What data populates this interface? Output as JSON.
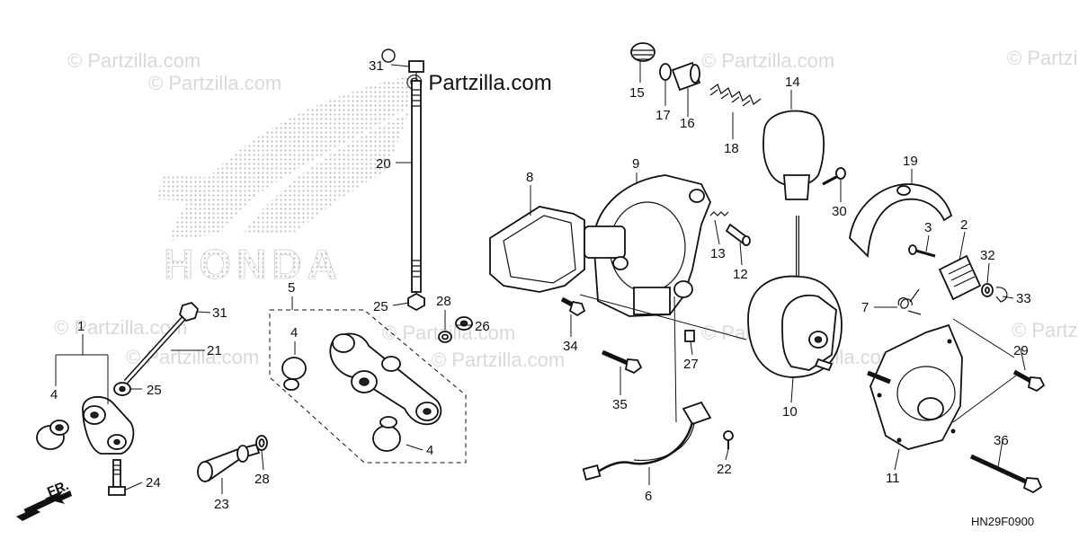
{
  "watermarks": {
    "main": "© Partzilla.com",
    "faint": "© Partzilla.com"
  },
  "logo_text": "HONDA",
  "diagram_code": "HN29F0900",
  "front_indicator": "FR.",
  "callouts": {
    "c1": "1",
    "c2": "2",
    "c3": "3",
    "c4a": "4",
    "c4b": "4",
    "c4c": "4",
    "c5": "5",
    "c6": "6",
    "c7": "7",
    "c8": "8",
    "c9": "9",
    "c10": "10",
    "c11": "11",
    "c12": "12",
    "c13": "13",
    "c14": "14",
    "c15": "15",
    "c16": "16",
    "c17": "17",
    "c18": "18",
    "c19": "19",
    "c20": "20",
    "c21": "21",
    "c22": "22",
    "c23": "23",
    "c24": "24",
    "c25a": "25",
    "c25b": "25",
    "c26": "26",
    "c27": "27",
    "c28a": "28",
    "c28b": "28",
    "c29": "29",
    "c30": "30",
    "c31a": "31",
    "c31b": "31",
    "c32": "32",
    "c33": "33",
    "c34": "34",
    "c35": "35",
    "c36": "36"
  },
  "colors": {
    "line": "#111111",
    "watermark": "#d9d9d9",
    "logo_dots": "#bdbdbd"
  }
}
